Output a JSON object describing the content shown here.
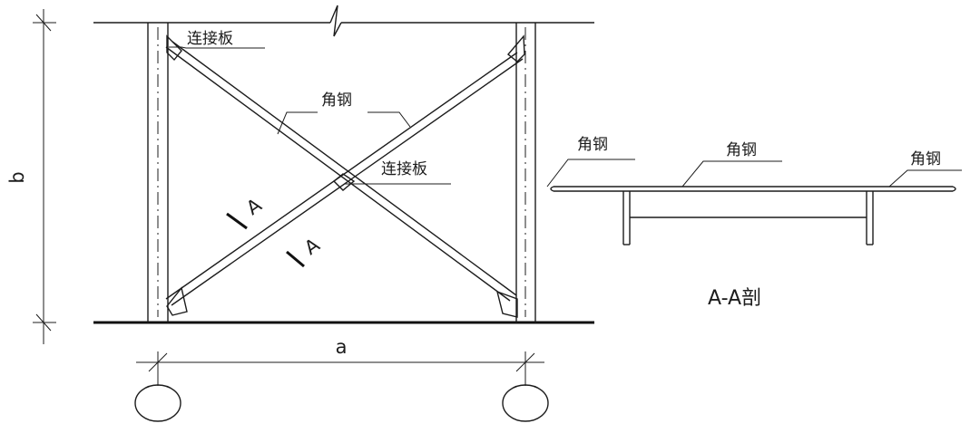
{
  "labels": {
    "plate_top": "连接板",
    "angle_center": "角钢",
    "plate_center": "连接板",
    "section_left": "角钢",
    "section_mid": "角钢",
    "section_right": "角钢",
    "section_title": "A-A剖",
    "dim_a": "a",
    "dim_b": "b",
    "cut_mark_upper": "A",
    "cut_mark_lower": "A"
  }
}
